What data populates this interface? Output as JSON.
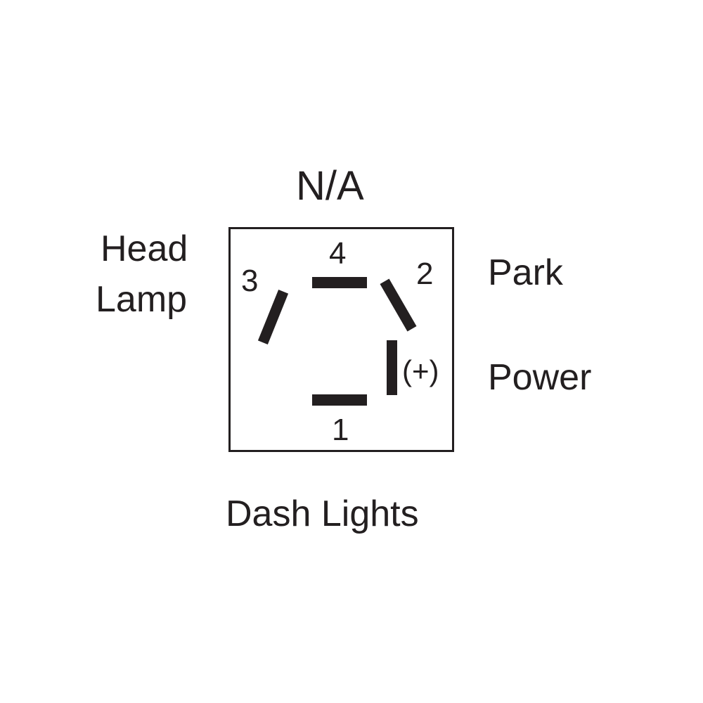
{
  "diagram": {
    "top_label": "N/A",
    "left_label": {
      "line1": "Head",
      "line2": "Lamp"
    },
    "right_top_label": "Park",
    "right_bottom_label": "Power",
    "bottom_label": "Dash Lights",
    "terminals": {
      "t1": "1",
      "t2": "2",
      "t3": "3",
      "t4": "4",
      "power_polarity": "(+)"
    },
    "colors": {
      "ink": "#231f20",
      "background": "#ffffff"
    }
  }
}
